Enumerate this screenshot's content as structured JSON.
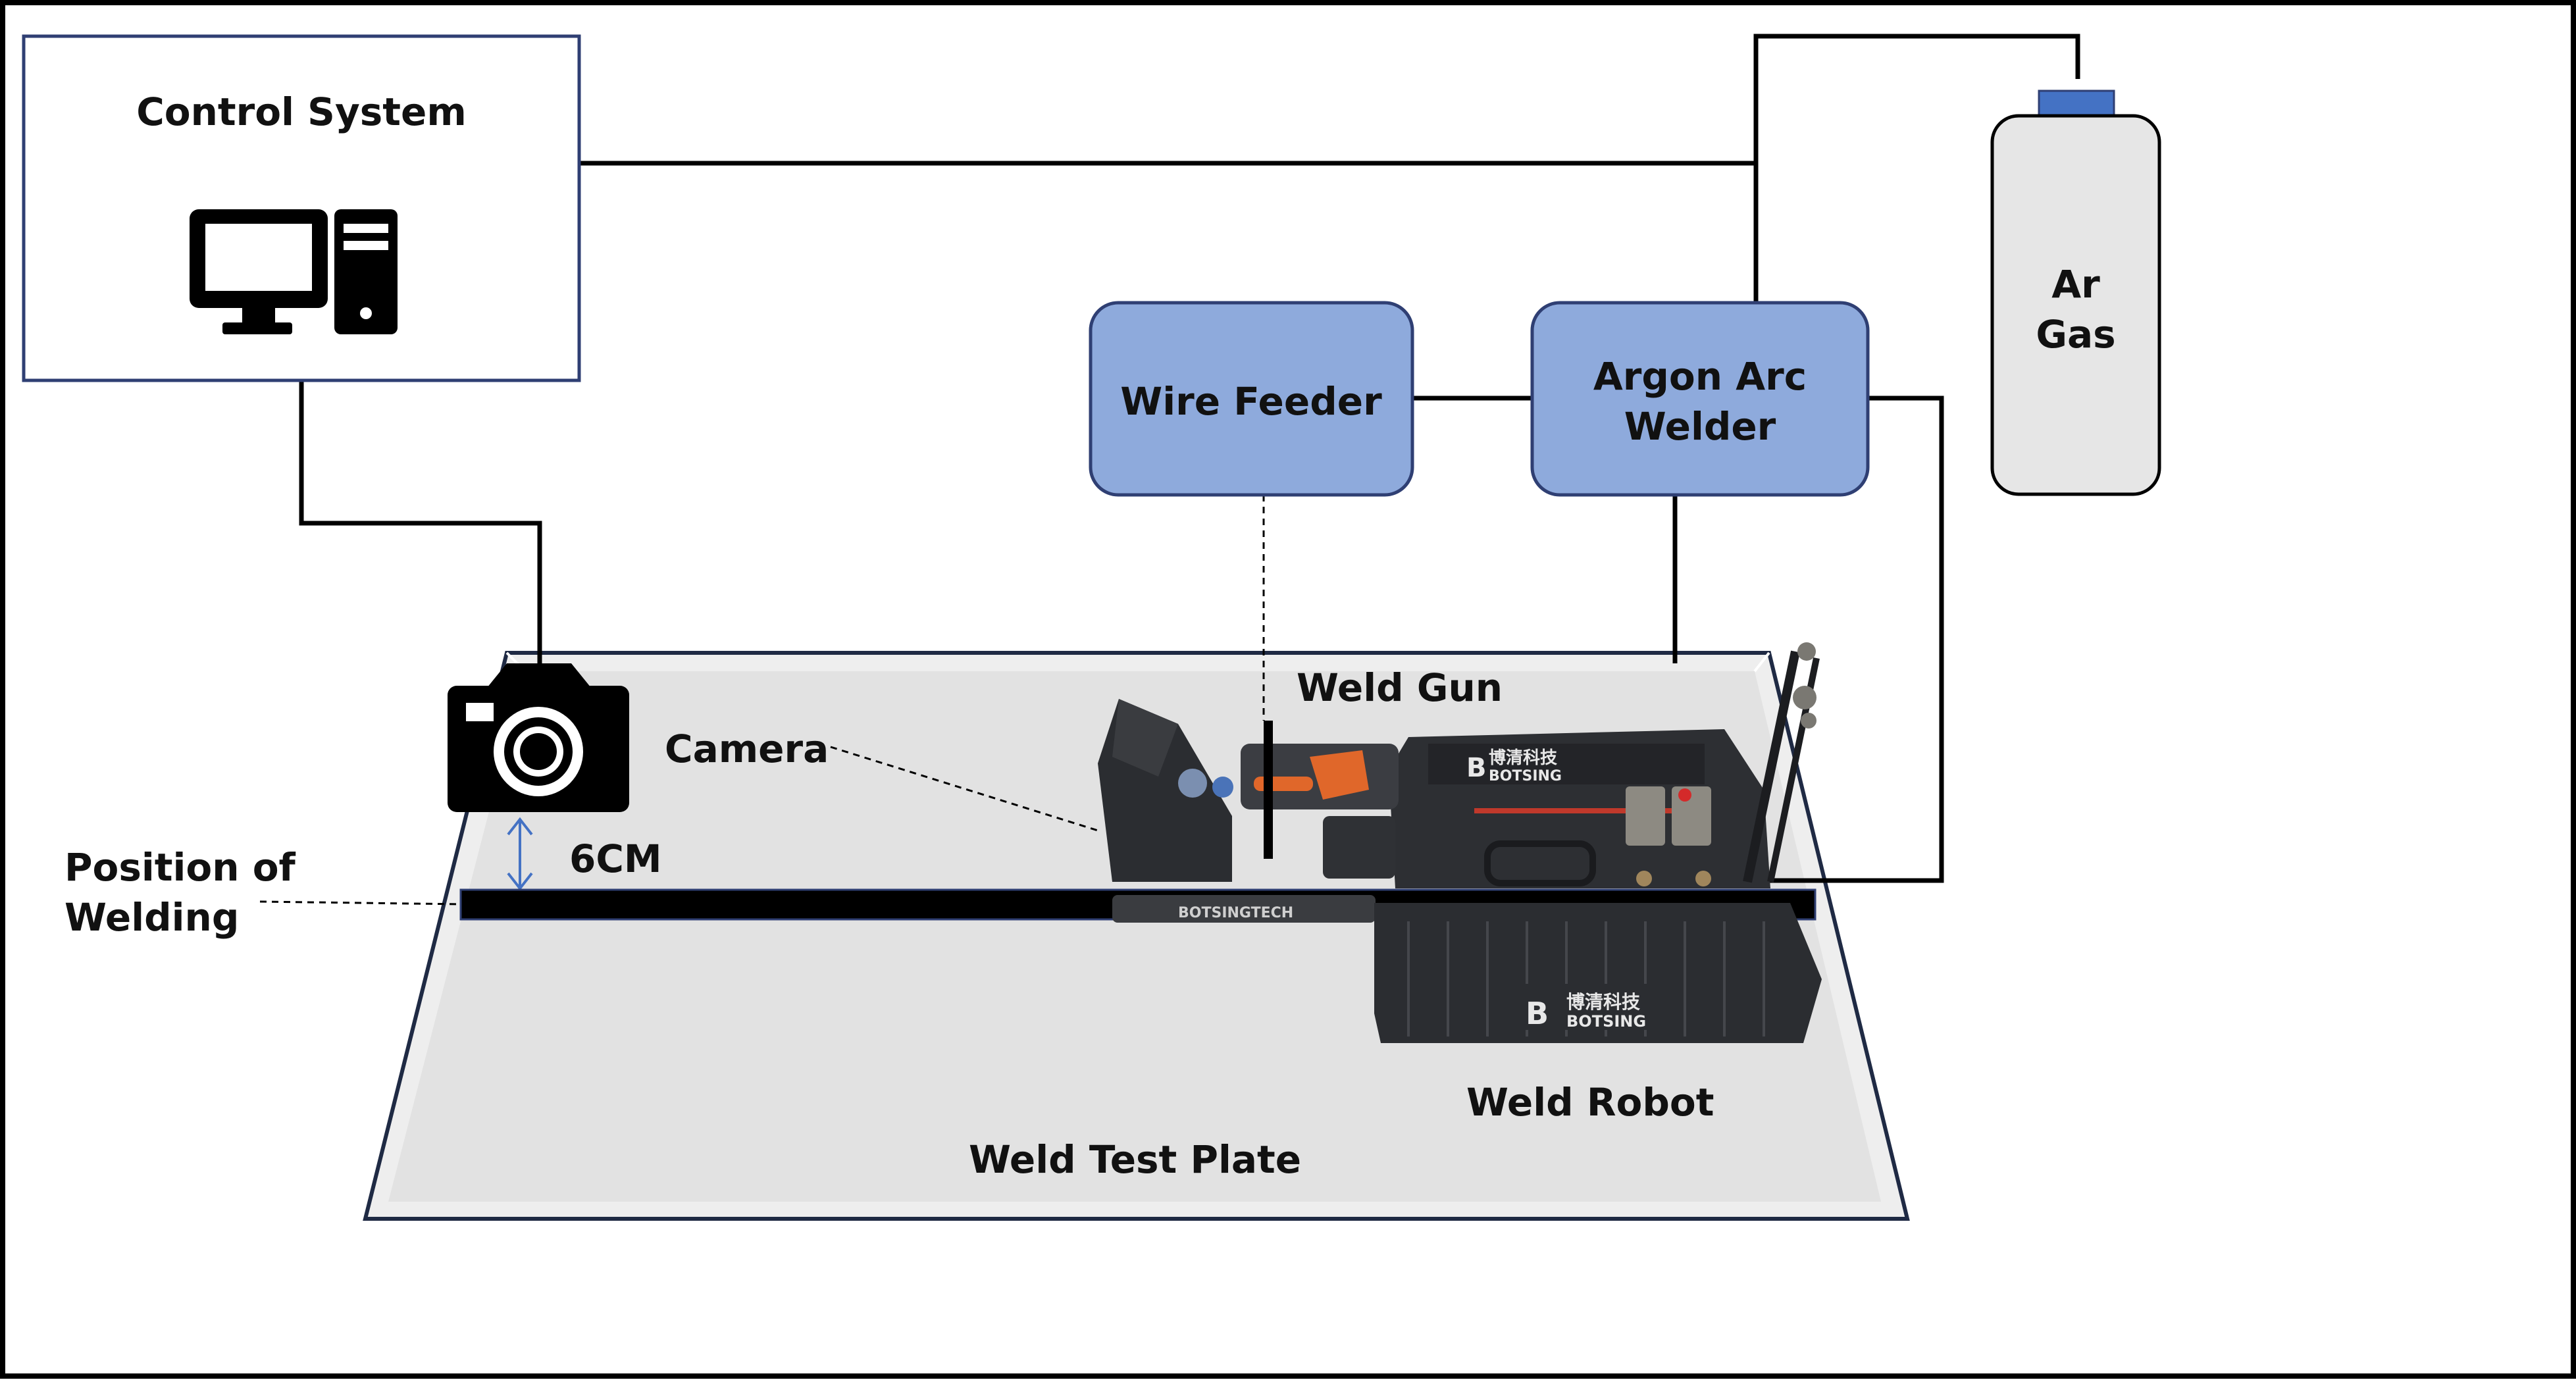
{
  "labels": {
    "control_system": "Control  System",
    "wire_feeder": "Wire Feeder",
    "argon_line1": "Argon Arc",
    "argon_line2": "Welder",
    "gas_line1": "Ar",
    "gas_line2": "Gas",
    "weld_gun": "Weld Gun",
    "camera": "Camera",
    "position_line1": "Position of",
    "position_line2": "Welding",
    "distance": "6CM",
    "weld_robot": "Weld Robot",
    "test_plate": "Weld Test Plate",
    "robot_brand_cn": "博清科技",
    "robot_brand_en": "BOTSING",
    "robot_rail_text": "BOTSINGTECH"
  },
  "colors": {
    "box_fill": "#8eaadc",
    "box_stroke": "#2f3f73",
    "cylinder_fill": "#e6e6e6",
    "cylinder_cap": "#4472c4",
    "plate_fill": "#e4e4e4",
    "plate_stroke": "#1f2a44",
    "arrow": "#4472c4",
    "robot_body": "#2d2f33",
    "robot_accent": "#e0672a"
  },
  "icons": [
    "computer-icon",
    "camera-icon"
  ]
}
